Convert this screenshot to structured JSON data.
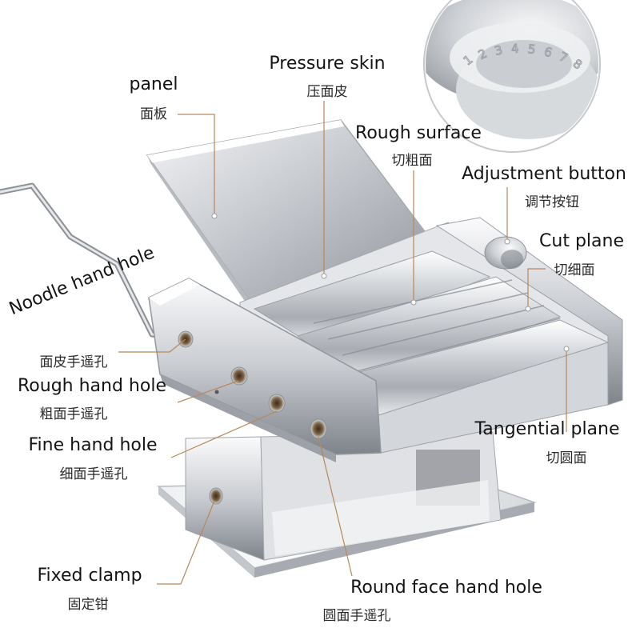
{
  "labels": {
    "panel": {
      "en": "panel",
      "zh": "面板"
    },
    "pressure_skin": {
      "en": "Pressure skin",
      "zh": "压面皮"
    },
    "rough_surface": {
      "en": "Rough surface",
      "zh": "切粗面"
    },
    "adjustment_button": {
      "en": "Adjustment button",
      "zh": "调节按钮"
    },
    "cut_plane": {
      "en": "Cut plane",
      "zh": "切细面"
    },
    "noodle_hand_hole": {
      "en": "Noodle hand hole",
      "zh": "面皮手遥孔"
    },
    "rough_hand_hole": {
      "en": "Rough hand hole",
      "zh": "粗面手遥孔"
    },
    "fine_hand_hole": {
      "en": "Fine hand hole",
      "zh": "细面手遥孔"
    },
    "tangential_plane": {
      "en": "Tangential plane",
      "zh": "切圆面"
    },
    "fixed_clamp": {
      "en": "Fixed clamp",
      "zh": "固定钳"
    },
    "round_face_hand_hole": {
      "en": "Round face hand hole",
      "zh": "圆面手遥孔"
    }
  },
  "dial_numbers": [
    "1",
    "2",
    "3",
    "4",
    "5",
    "6",
    "7",
    "8"
  ]
}
